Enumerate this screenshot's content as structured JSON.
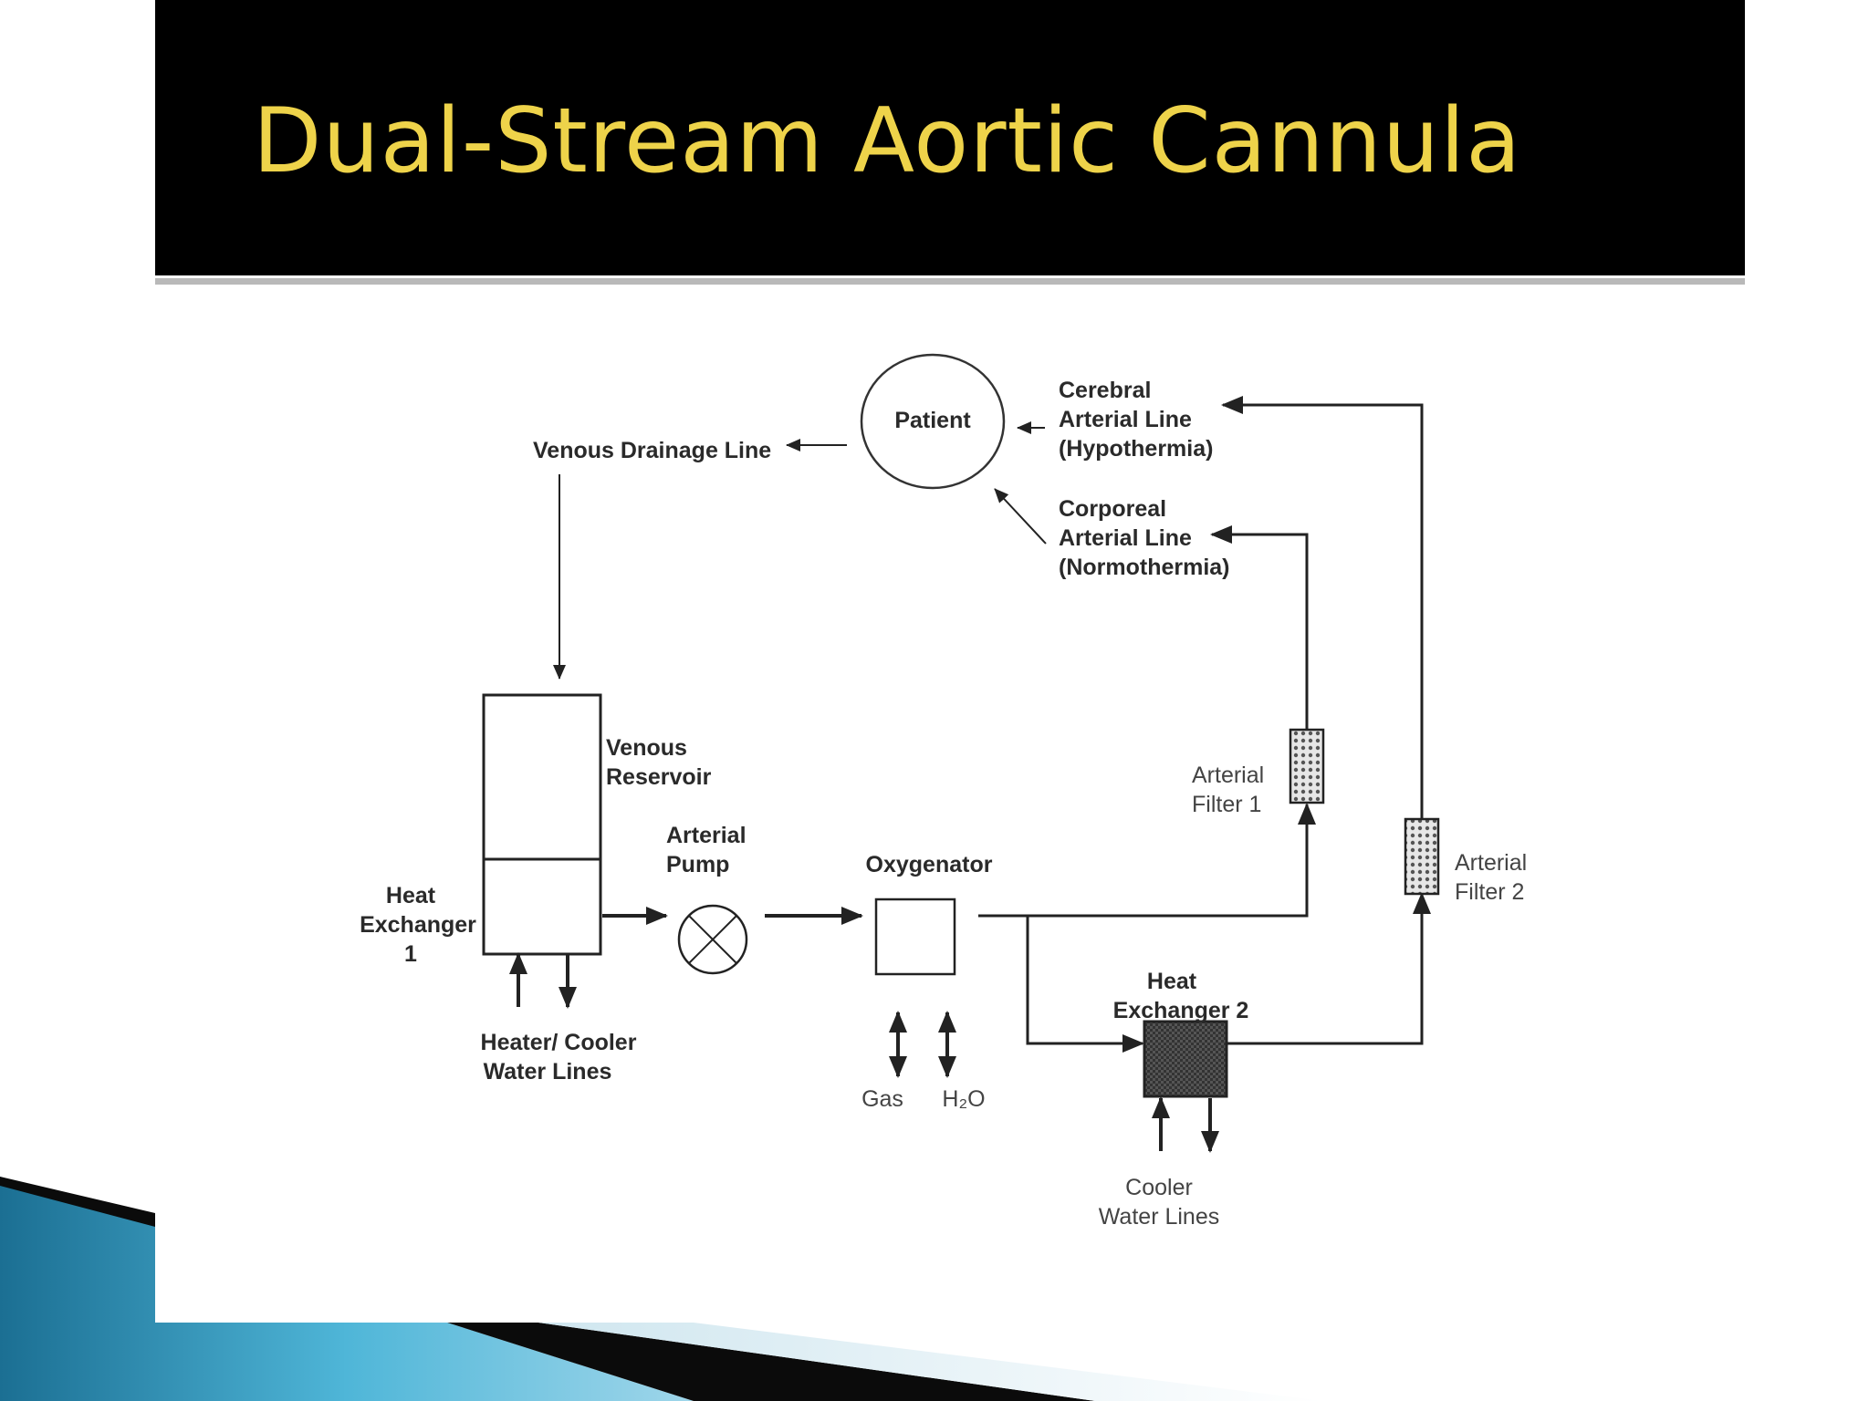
{
  "slide": {
    "title": "Dual-Stream Aortic Cannula"
  },
  "diagram": {
    "patient": "Patient",
    "venous_drainage_line": "Venous Drainage Line",
    "cerebral_line": [
      "Cerebral",
      "Arterial Line",
      "(Hypothermia)"
    ],
    "corporeal_line": [
      "Corporeal",
      "Arterial Line",
      "(Normothermia)"
    ],
    "venous_reservoir": [
      "Venous",
      "Reservoir"
    ],
    "heat_exchanger_1": [
      "Heat",
      "Exchanger",
      "1"
    ],
    "heater_cooler_lines": [
      "Heater/ Cooler",
      "Water Lines"
    ],
    "arterial_pump": [
      "Arterial",
      "Pump"
    ],
    "oxygenator": "Oxygenator",
    "gas": "Gas",
    "h2o": "H₂O",
    "arterial_filter_1": [
      "Arterial",
      "Filter 1"
    ],
    "arterial_filter_2": [
      "Arterial",
      "Filter 2"
    ],
    "heat_exchanger_2": [
      "Heat",
      "Exchanger 2"
    ],
    "cooler_water_lines": [
      "Cooler",
      "Water Lines"
    ]
  },
  "colors": {
    "title": "#eed34a",
    "title_bar": "#000000",
    "line": "#222222",
    "accent_blue": "#3a8fb5"
  }
}
